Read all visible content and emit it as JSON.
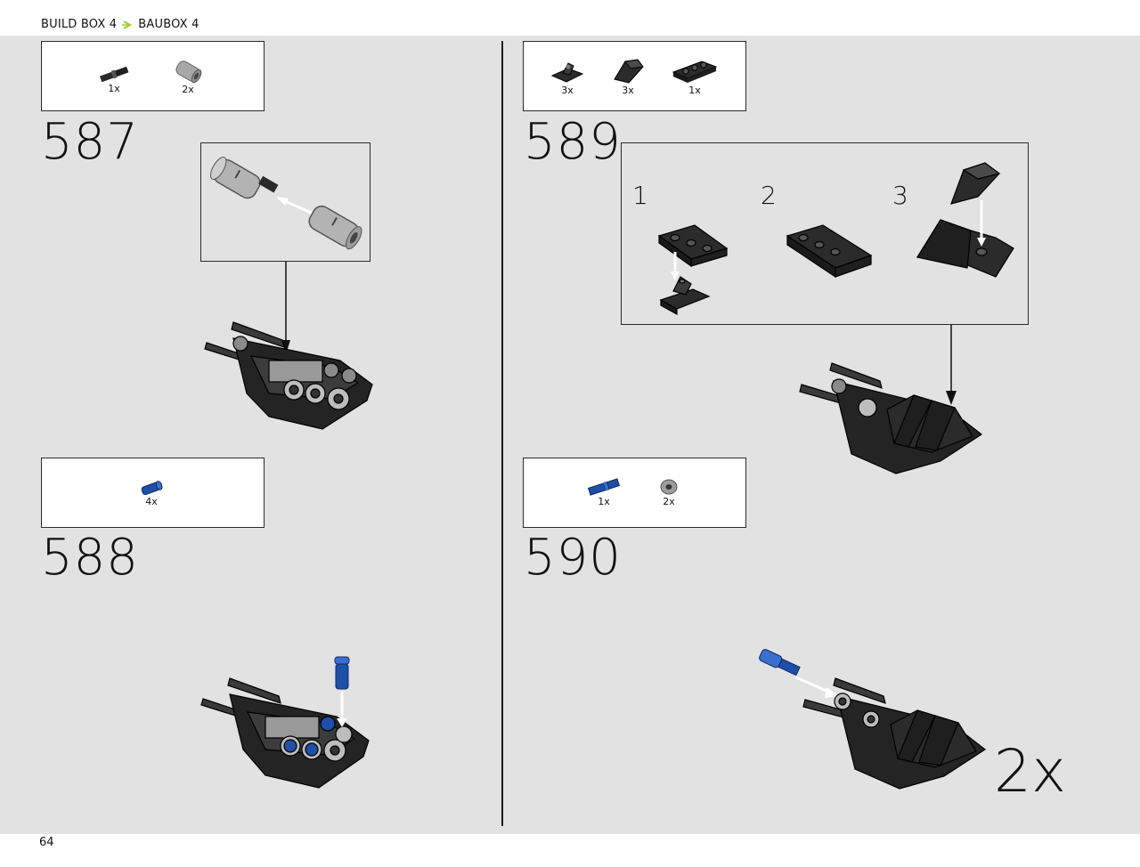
{
  "header": {
    "box_en": "BUILD BOX 4",
    "box_de": "BAUBOX 4",
    "accent_color": "#9acd32"
  },
  "footer": {
    "page_number": "64"
  },
  "steps": [
    {
      "number": "587",
      "parts": [
        {
          "qty": "1x",
          "icon": "black-axle-pin-icon"
        },
        {
          "qty": "2x",
          "icon": "grey-pin-connector-icon"
        }
      ]
    },
    {
      "number": "588",
      "parts": [
        {
          "qty": "4x",
          "icon": "blue-pin-icon"
        }
      ]
    },
    {
      "number": "589",
      "parts": [
        {
          "qty": "3x",
          "icon": "black-bracket-plate-icon"
        },
        {
          "qty": "3x",
          "icon": "black-slope-icon"
        },
        {
          "qty": "1x",
          "icon": "black-plate-1x3-icon"
        }
      ],
      "substeps": [
        "1",
        "2",
        "3"
      ]
    },
    {
      "number": "590",
      "parts": [
        {
          "qty": "1x",
          "icon": "blue-axle-pin-icon"
        },
        {
          "qty": "2x",
          "icon": "grey-bush-icon"
        }
      ],
      "multiplier": "2x"
    }
  ]
}
